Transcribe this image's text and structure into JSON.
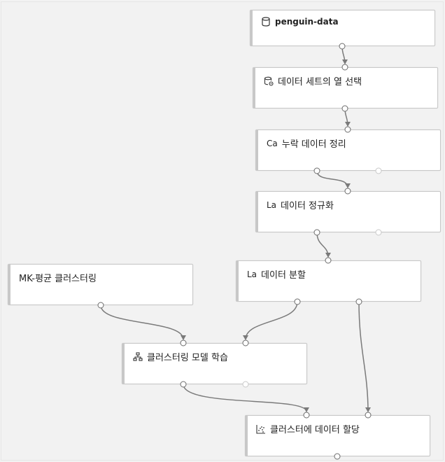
{
  "modules": {
    "penguin_data": {
      "label": "penguin-data",
      "icon": "database-icon"
    },
    "select_columns": {
      "label": "데이터 세트의 열 선택",
      "icon": "dataset-gear-icon"
    },
    "clean_missing": {
      "label": "누락 데이터 정리",
      "prefix": "Ca"
    },
    "normalize": {
      "label": "데이터 정규화",
      "prefix": "La"
    },
    "split": {
      "label": "데이터 분할",
      "prefix": "La"
    },
    "kmeans": {
      "label": "MK-평균 클러스터링"
    },
    "train_cluster": {
      "label": "클러스터링 모델 학습",
      "icon": "train-model-icon"
    },
    "assign_cluster": {
      "label": "클러스터에 데이터 할당",
      "icon": "scatter-plot-icon"
    }
  },
  "colors": {
    "wire": "#7a7a7a",
    "module_border": "#c8c8c8",
    "canvas": "#f2f2f2"
  }
}
